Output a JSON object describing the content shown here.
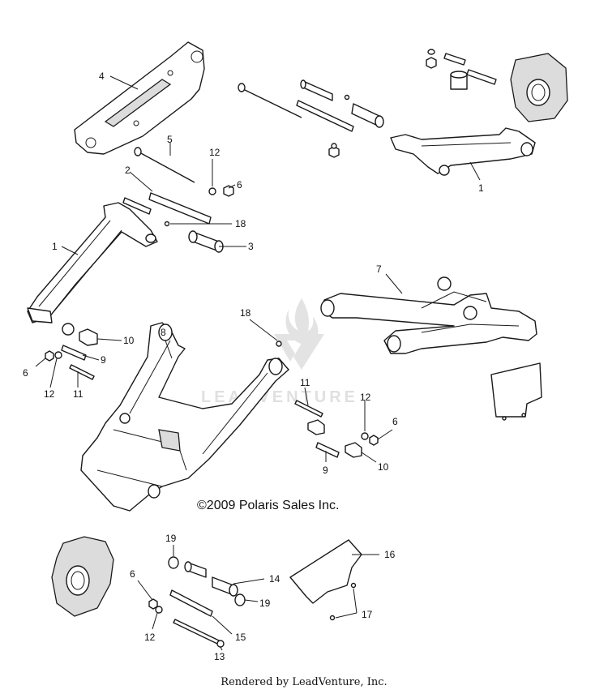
{
  "diagram": {
    "copyright": "©2009 Polaris Sales Inc.",
    "watermark": "LEADVENTURE",
    "footer": "Rendered by LeadVenture, Inc.",
    "callouts": [
      "4",
      "5",
      "12",
      "2",
      "6",
      "18",
      "3",
      "1",
      "7",
      "8",
      "18",
      "10",
      "9",
      "6",
      "12",
      "11",
      "11",
      "12",
      "6",
      "9",
      "10",
      "1",
      "19",
      "14",
      "6",
      "19",
      "16",
      "12",
      "15",
      "13",
      "17"
    ]
  }
}
